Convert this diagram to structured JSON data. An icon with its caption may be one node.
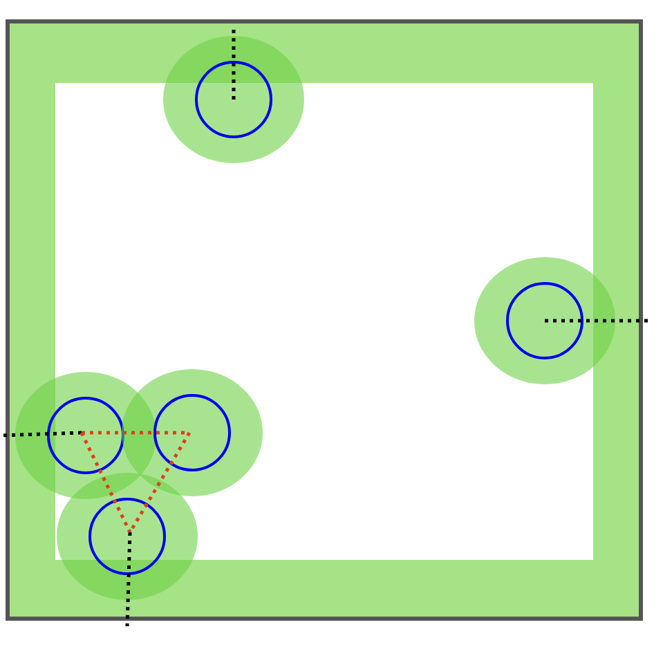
{
  "diagram": {
    "nodes": [
      {
        "text": [],
        "shape": "box"
      },
      {
        "text": [],
        "shape": "circle",
        "in": 0
      },
      {
        "text": [],
        "shape": "circle",
        "in": 0
      },
      {
        "text": [],
        "shape": "circle",
        "in": 0
      },
      {
        "text": [],
        "shape": "circle",
        "in": 0
      },
      {
        "text": [],
        "shape": "circle",
        "in": 0
      }
    ],
    "edges": [
      {
        "from": 1,
        "to": null,
        "arrow": "none",
        "style": "dashed"
      },
      {
        "from": 2,
        "to": null,
        "arrow": "none",
        "style": "dashed"
      },
      {
        "from": 3,
        "to": null,
        "arrow": "none",
        "style": "dashed"
      },
      {
        "from": 5,
        "to": null,
        "arrow": "none",
        "style": "dashed"
      },
      {
        "from": 3,
        "to": 4,
        "arrow": "none",
        "style": "dashed",
        "color": "#e0401a"
      },
      {
        "from": 3,
        "to": 5,
        "arrow": "none",
        "style": "dashed",
        "color": "#e0401a"
      },
      {
        "from": 4,
        "to": 5,
        "arrow": "none",
        "style": "dashed",
        "color": "#e0401a"
      }
    ]
  }
}
